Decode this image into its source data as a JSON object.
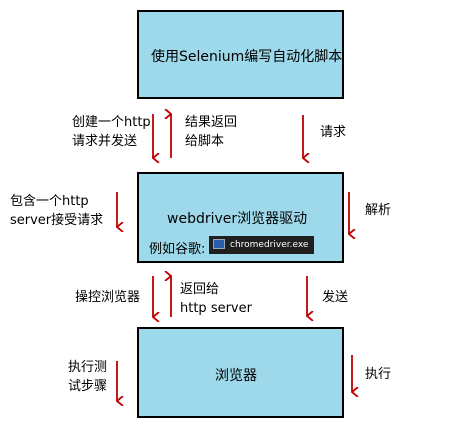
{
  "boxes": {
    "script": {
      "label": "使用Selenium编写自动化脚本"
    },
    "driver": {
      "label": "webdriver浏览器驱动",
      "example_prefix": "例如谷歌:",
      "example_exe": "chromedriver.exe"
    },
    "browser": {
      "label": "浏览器"
    }
  },
  "labels": {
    "create_http": [
      "创建一个http",
      "请求并发送"
    ],
    "result_return": [
      "结果返回",
      "给脚本"
    ],
    "request": "请求",
    "contain_http": [
      "包含一个http",
      "server接受请求"
    ],
    "parse": "解析",
    "operate_browser": "操控浏览器",
    "return_to": [
      "返回给",
      "http server"
    ],
    "send": "发送",
    "execute_steps": [
      "执行测",
      "试步骤"
    ],
    "execute": "执行"
  },
  "colors": {
    "box_fill": "#9dd9ea",
    "arrow": "#c00000",
    "badge_bg": "#1f1f1f"
  }
}
